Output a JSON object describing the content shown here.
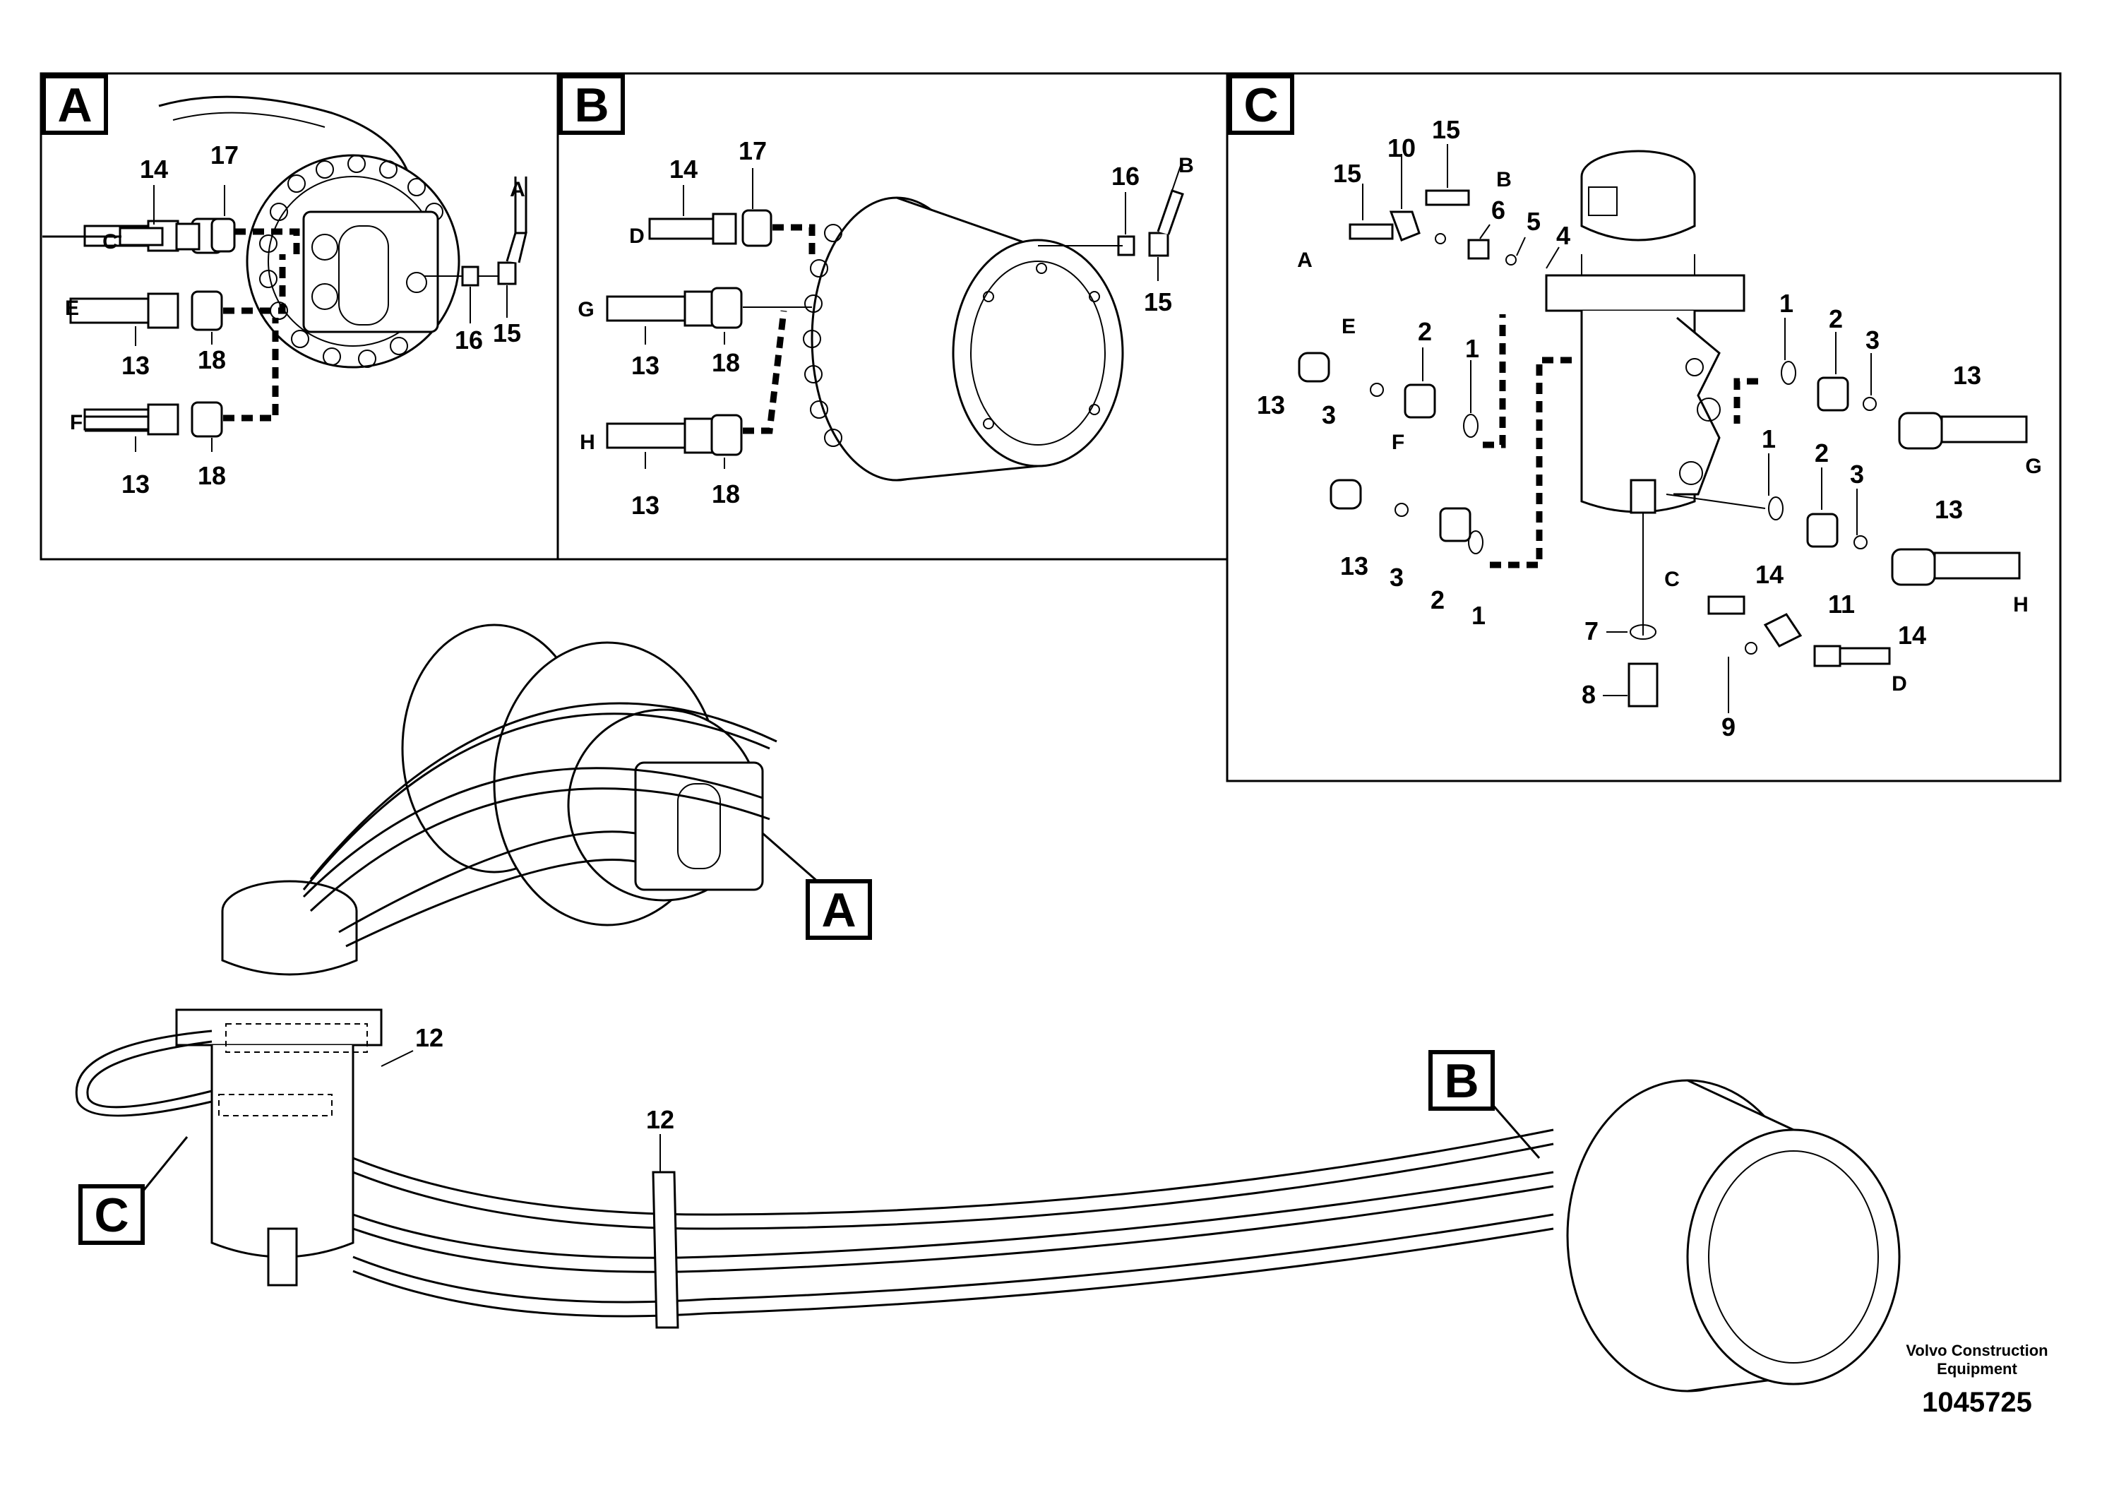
{
  "panels": [
    {
      "id": "A",
      "label": "A"
    },
    {
      "id": "B",
      "label": "B"
    },
    {
      "id": "C",
      "label": "C"
    }
  ],
  "panel_a": {
    "callouts": [
      "14",
      "17",
      "13",
      "18",
      "13",
      "18",
      "16",
      "15"
    ],
    "ports": [
      "C",
      "E",
      "F",
      "A"
    ]
  },
  "panel_b": {
    "callouts": [
      "14",
      "17",
      "13",
      "18",
      "13",
      "18",
      "16",
      "15"
    ],
    "ports": [
      "D",
      "G",
      "H",
      "B"
    ]
  },
  "panel_c": {
    "callouts": [
      "15",
      "10",
      "15",
      "6",
      "5",
      "4",
      "2",
      "1",
      "13",
      "3",
      "1",
      "2",
      "3",
      "13",
      "13",
      "3",
      "2",
      "1",
      "1",
      "2",
      "3",
      "13",
      "14",
      "11",
      "14",
      "7",
      "8",
      "9"
    ],
    "ports": [
      "B",
      "A",
      "E",
      "F",
      "G",
      "H",
      "C",
      "D"
    ]
  },
  "overview": {
    "refs": [
      "A",
      "B",
      "C"
    ],
    "callouts": [
      "12",
      "12"
    ]
  },
  "credit": {
    "org": "Volvo Construction Equipment",
    "number": "1045725"
  }
}
